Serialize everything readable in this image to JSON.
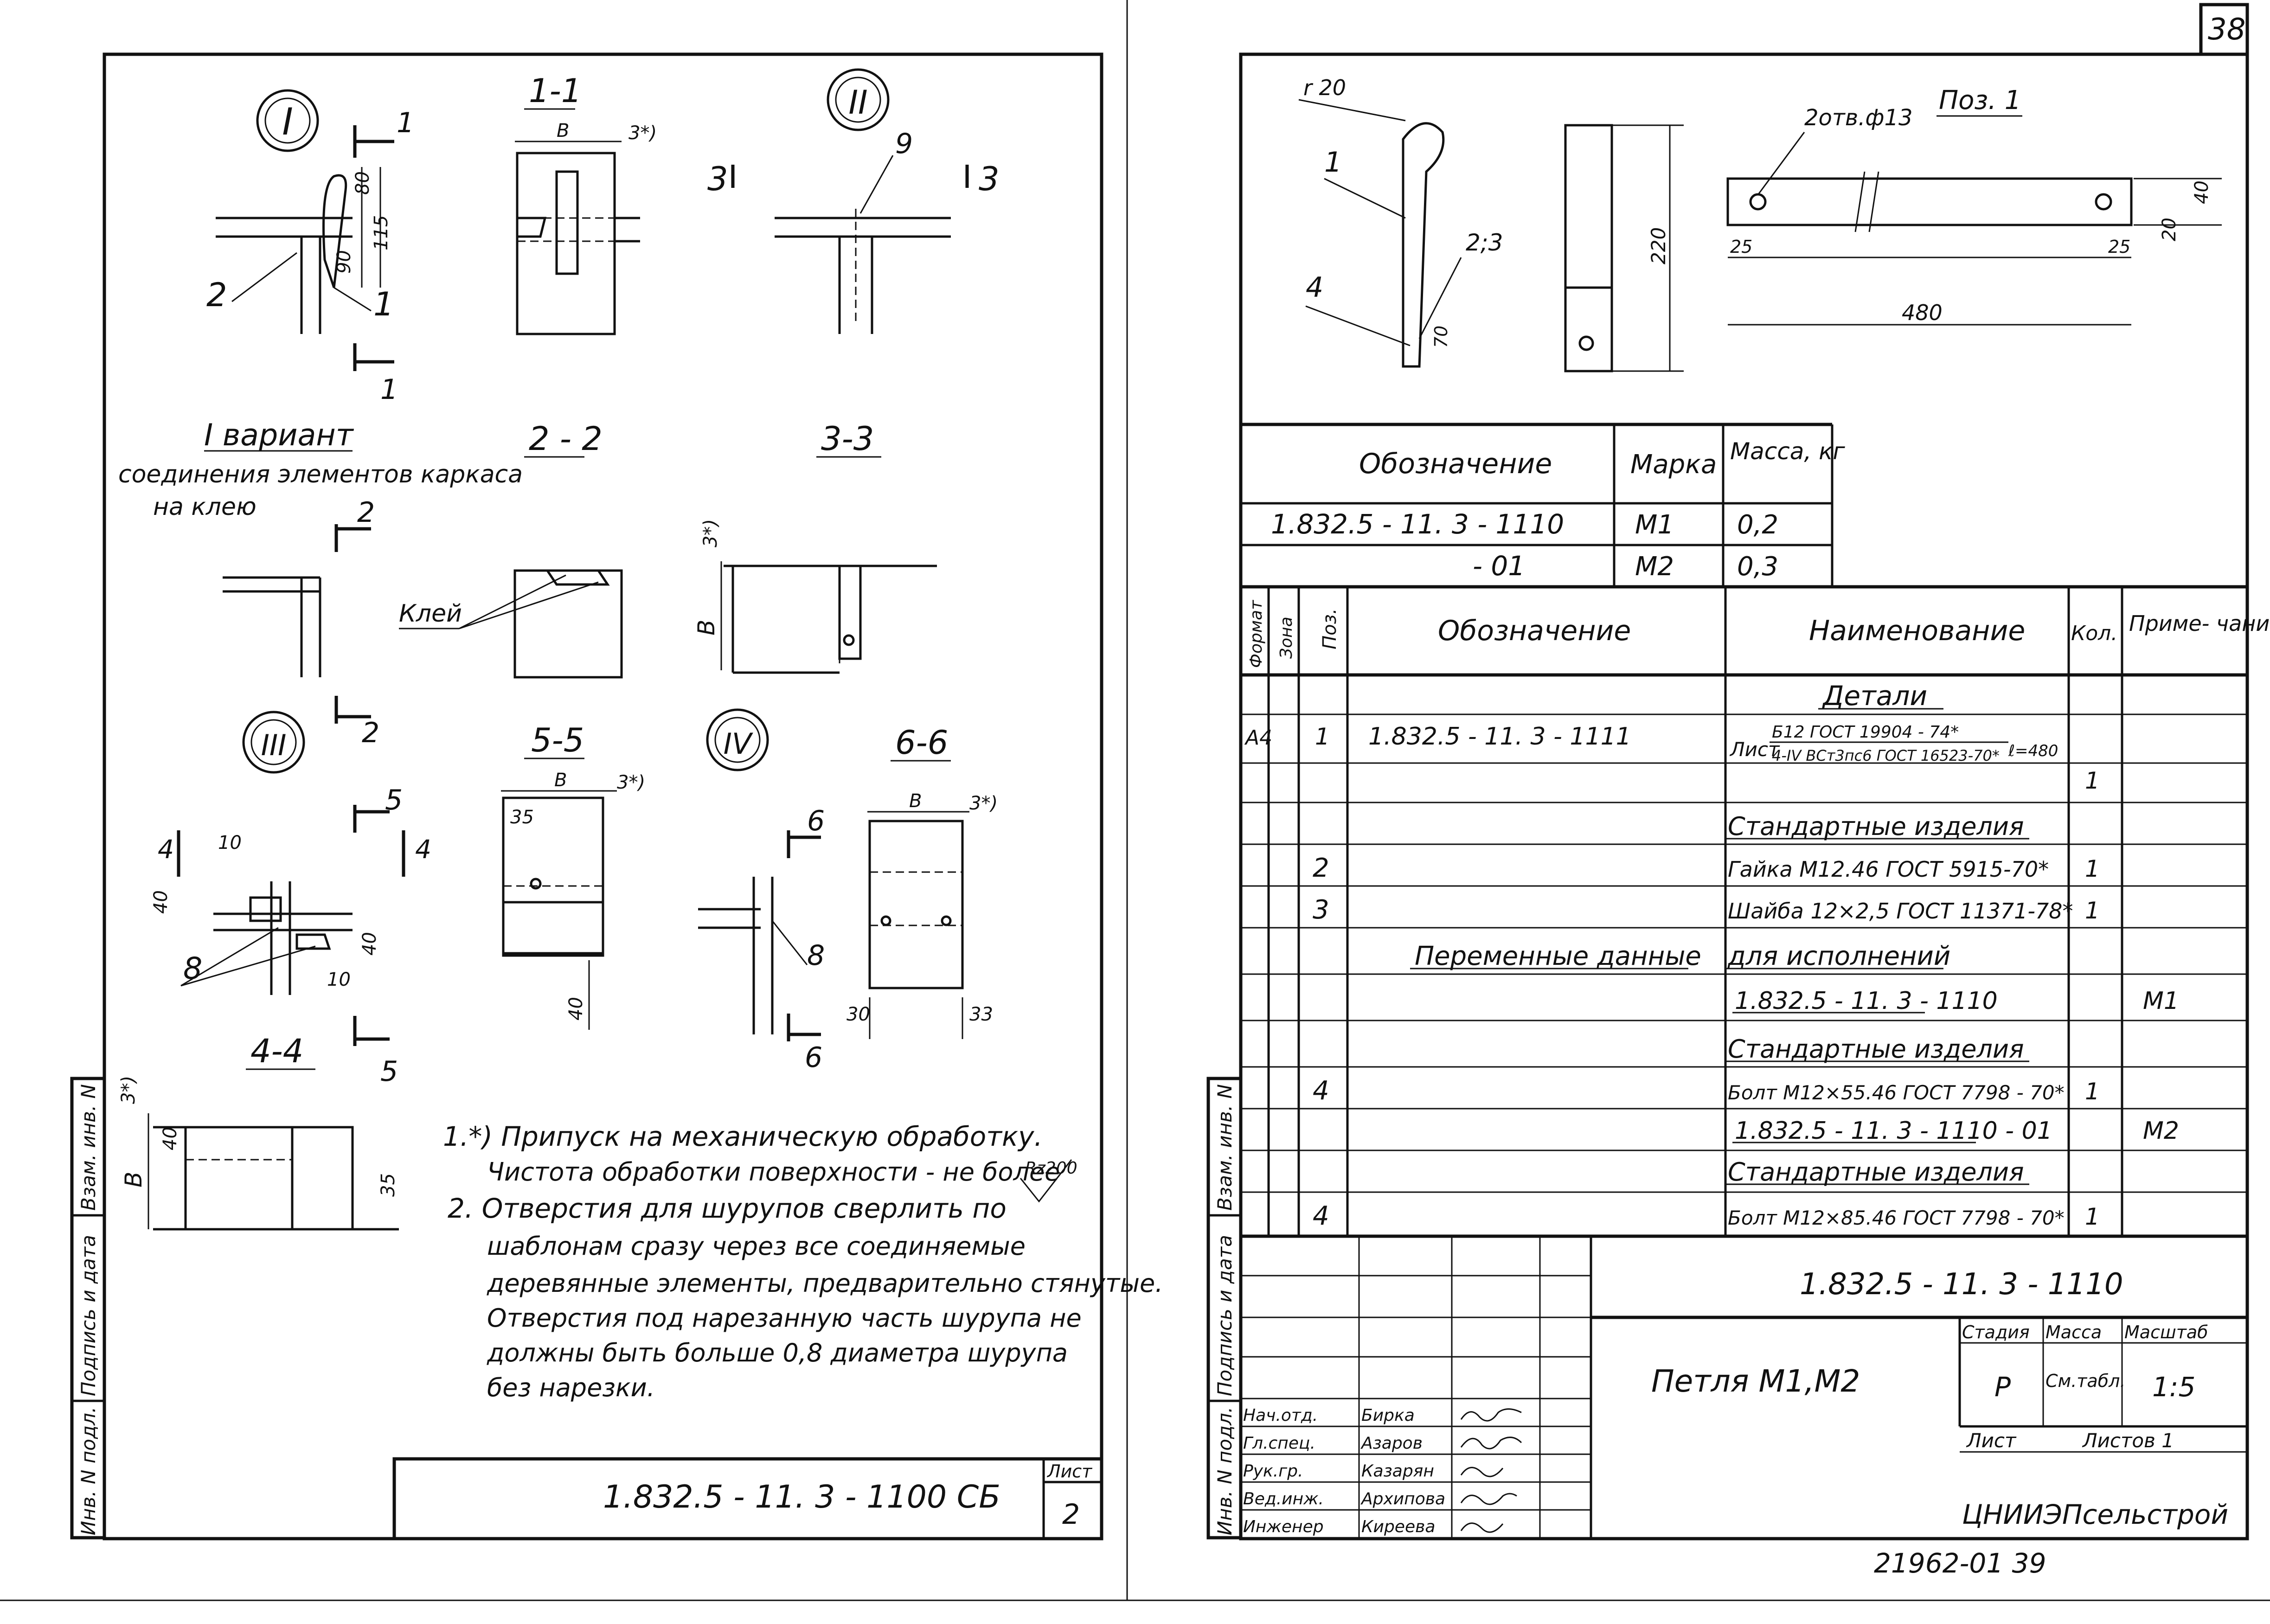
{
  "left_sheet": {
    "marks": {
      "v1": "I",
      "v2": "II",
      "v3": "III",
      "v4": "IV"
    },
    "detail1": {
      "cut1_top": "1",
      "cut1_bot": "1",
      "dims": [
        "80",
        "115",
        "90"
      ],
      "pos2": "2",
      "pos1": "1"
    },
    "sect11": {
      "title": "1-1",
      "B": "B",
      "allow": "3*)"
    },
    "detail2": {
      "cut3_left": "3",
      "cut3_right": "3",
      "pos9": "9"
    },
    "variant": {
      "line1": "I  вариант",
      "line2": "соединения элементов каркаса",
      "line3": "на клею"
    },
    "sect22": {
      "title": "2 - 2",
      "cut_top": "2",
      "cut_bot": "2",
      "glue": "Клей"
    },
    "sect33": {
      "title": "3-3",
      "allow": "3*)",
      "B": "B"
    },
    "detail3": {
      "cut5_top": "5",
      "cut5_bot": "5",
      "cut4_left": "4",
      "cut4_right": "4",
      "d10a": "10",
      "d40a": "40",
      "d40b": "40",
      "d10b": "10",
      "pos8": "8"
    },
    "sect55": {
      "title": "5-5",
      "B": "B",
      "allow": "3*)",
      "d35": "35",
      "d40": "40"
    },
    "detail4": {
      "cut6_top": "6",
      "cut6_bot": "6",
      "pos8": "8"
    },
    "sect66": {
      "title": "6-6",
      "B": "B",
      "allow": "3*)",
      "d30": "30",
      "d33": "33"
    },
    "sect44": {
      "title": "4-4",
      "allow": "3*)",
      "B": "B",
      "d40": "40",
      "d35": "35"
    },
    "notes": {
      "n1a": "1.*) Припуск на механическую обработку.",
      "n1b": "Чистота обработки поверхности - не более",
      "rz": "Rz200",
      "n2a": "2.  Отверстия для шурупов сверлить по",
      "n2b": "шаблонам сразу через все соединяемые",
      "n2c": "деревянные элементы, предварительно стянутые.",
      "n2d": "Отверстия под нарезанную часть шурупа не",
      "n2e": "должны быть больше 0,8 диаметра шурупа",
      "n2f": "без нарезки."
    },
    "side_stamp": [
      "Инв. N подл.",
      "Подпись и дата",
      "Взам. инв. N"
    ],
    "title_block": {
      "code": "1.832.5 - 11. 3 - 1100 СБ",
      "sheet_label": "Лист",
      "sheet_no": "2"
    }
  },
  "right_sheet": {
    "page_no": "38",
    "drawing": {
      "r20": "r 20",
      "p1": "1",
      "p4": "4",
      "p23": "2;3",
      "d70": "70",
      "d220": "220",
      "holes": "2отв.ф13",
      "pos1": "Поз. 1",
      "d25a": "25",
      "d25b": "25",
      "d480": "480",
      "d40": "40",
      "d20": "20"
    },
    "mass_table": {
      "headers": [
        "Обозначение",
        "Марка",
        "Масса, кг"
      ],
      "rows": [
        [
          "1.832.5 - 11. 3 - 1110",
          "М1",
          "0,2"
        ],
        [
          "- 01",
          "М2",
          "0,3"
        ]
      ]
    },
    "spec": {
      "headers": {
        "format": "Формат",
        "zone": "Зона",
        "pos": "Поз.",
        "designation": "Обозначение",
        "name": "Наименование",
        "qty": "Кол.",
        "note": "Приме- чание"
      },
      "sec_details": "Детали",
      "row1": {
        "format": "А4",
        "pos": "1",
        "designation": "1.832.5 - 11. 3 - 1111",
        "name_a": "Лист",
        "name_b": "Б12 ГОСТ 19904 - 74*",
        "name_c": "4-IV ВСт3пс6 ГОСТ 16523-70*",
        "name_d": "ℓ=480",
        "qty": "1"
      },
      "sec_std1": "Стандартные изделия",
      "row2": {
        "pos": "2",
        "name": "Гайка М12.46 ГОСТ 5915-70*",
        "qty": "1"
      },
      "row3": {
        "pos": "3",
        "name": "Шайба 12×2,5 ГОСТ 11371-78*",
        "qty": "1"
      },
      "var_a": "Переменные данные",
      "var_b": "для исполнений",
      "exec1": "1.832.5 - 11. 3 - 1110",
      "exec1_note": "М1",
      "sec_std2": "Стандартные изделия",
      "row4": {
        "pos": "4",
        "name": "Болт М12×55.46 ГОСТ 7798 - 70*",
        "qty": "1"
      },
      "exec2": "1.832.5 - 11. 3 - 1110 - 01",
      "exec2_note": "М2",
      "sec_std3": "Стандартные изделия",
      "row5": {
        "pos": "4",
        "name": "Болт М12×85.46 ГОСТ 7798 - 70*",
        "qty": "1"
      }
    },
    "side_stamp": [
      "Инв. N подл.",
      "Подпись и дата",
      "Взам. инв. N"
    ],
    "title_block": {
      "code": "1.832.5 - 11. 3 - 1110",
      "product": "Петля М1,М2",
      "stage_label": "Стадия",
      "mass_label": "Масса",
      "scale_label": "Масштаб",
      "stage": "Р",
      "mass": "См.табл.",
      "scale": "1:5",
      "sheet_label": "Лист",
      "sheets_label": "Листов 1",
      "org": "ЦНИИЭПсельстрой",
      "people": [
        [
          "Нач.отд.",
          "Бирка"
        ],
        [
          "Гл.спец.",
          "Азаров"
        ],
        [
          "Рук.гр.",
          "Казарян"
        ],
        [
          "Вед.инж.",
          "Архипова"
        ],
        [
          "Инженер",
          "Киреева"
        ]
      ]
    },
    "bottom": "21962-01    39"
  }
}
